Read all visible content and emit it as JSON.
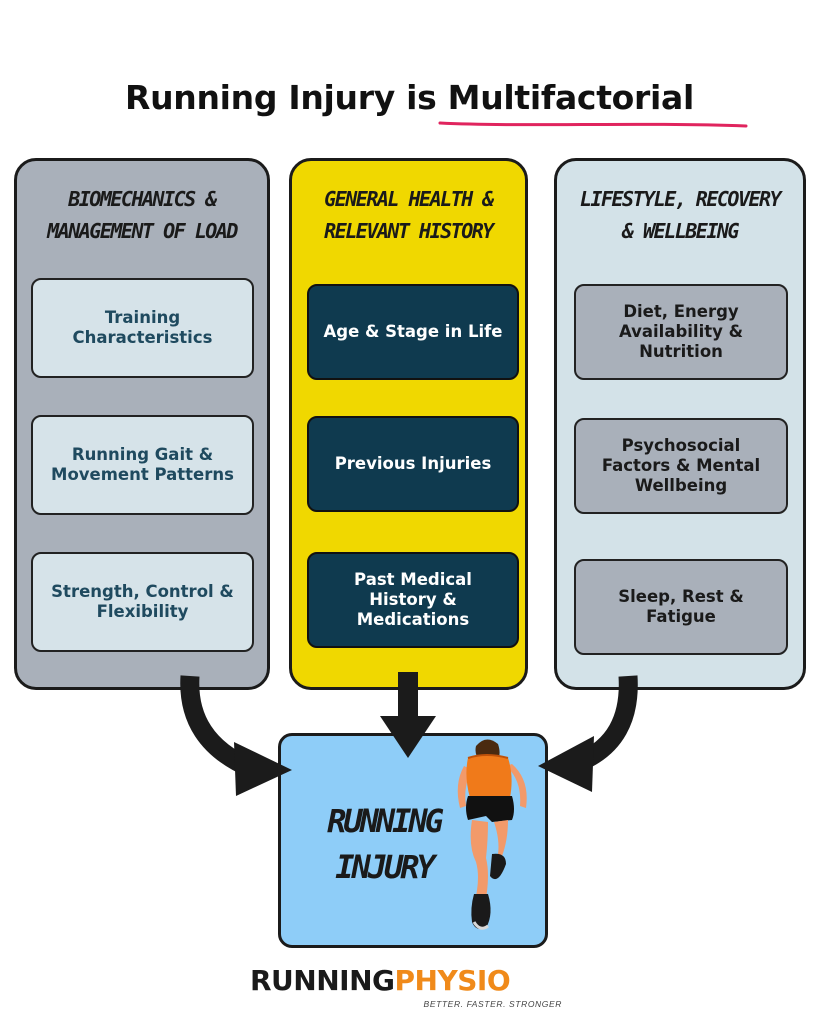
{
  "title": {
    "prefix": "Running Injury is ",
    "highlight": "Multifactorial"
  },
  "columns": [
    {
      "heading": "BIOMECHANICS &\nMANAGEMENT OF LOAD",
      "color": "#a9b0ba",
      "items": [
        "Training Characteristics",
        "Running Gait & Movement Patterns",
        "Strength, Control & Flexibility"
      ]
    },
    {
      "heading": "GENERAL HEALTH &\nRELEVANT HISTORY",
      "color": "#f0d800",
      "items": [
        "Age & Stage in Life",
        "Previous Injuries",
        "Past Medical History & Medications"
      ]
    },
    {
      "heading": "LIFESTYLE, RECOVERY\n& WELLBEING",
      "color": "#d3e2e8",
      "items": [
        "Diet, Energy Availability & Nutrition",
        "Psychosocial Factors & Mental Wellbeing",
        "Sleep, Rest & Fatigue"
      ]
    }
  ],
  "result": {
    "label": "RUNNING\nINJURY",
    "color": "#8ecdf8",
    "image": "runner-illustration"
  },
  "logo": {
    "part1": "RUNNING",
    "part2": "PHYSIO",
    "tagline": "BETTER. FASTER. STRONGER"
  },
  "colors": {
    "accent_underline": "#e0245e",
    "dark_box": "#0f3a4f",
    "logo_orange": "#f08a1a"
  }
}
